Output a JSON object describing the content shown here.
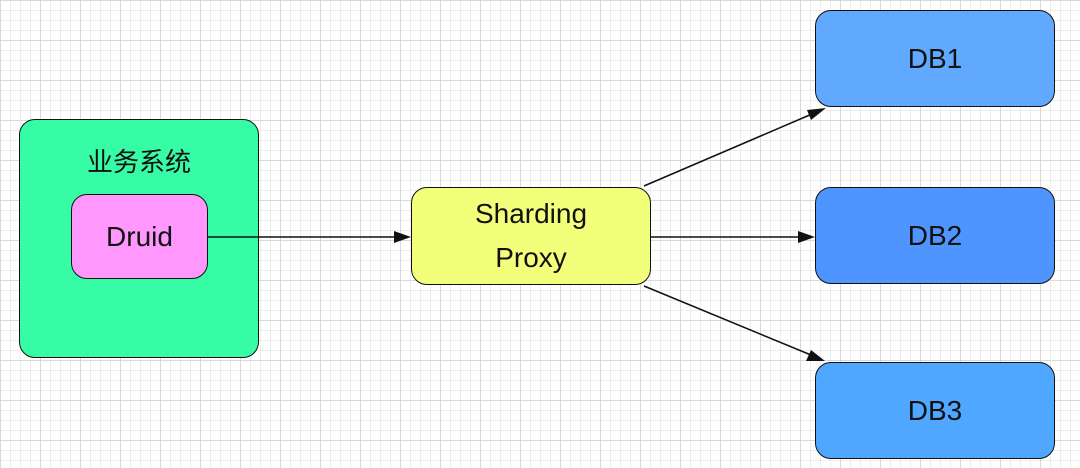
{
  "nodes": {
    "system": {
      "label": "业务系统",
      "color": "#37FCA6"
    },
    "druid": {
      "label": "Druid",
      "color": "#FF97FC"
    },
    "proxy": {
      "line1": "Sharding",
      "line2": "Proxy",
      "color": "#F1FF7B"
    },
    "db1": {
      "label": "DB1",
      "color": "#60A9FF"
    },
    "db2": {
      "label": "DB2",
      "color": "#4F95FF"
    },
    "db3": {
      "label": "DB3",
      "color": "#4FA7FF"
    }
  },
  "edges": [
    {
      "from": "Druid",
      "to": "Sharding Proxy"
    },
    {
      "from": "Sharding Proxy",
      "to": "DB1"
    },
    {
      "from": "Sharding Proxy",
      "to": "DB2"
    },
    {
      "from": "Sharding Proxy",
      "to": "DB3"
    }
  ]
}
